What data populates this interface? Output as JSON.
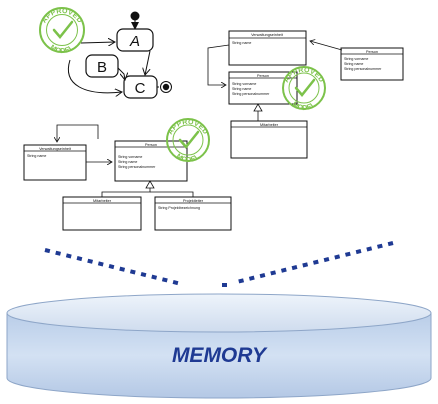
{
  "colors": {
    "stamp_green": "#7cc24a",
    "memory_label": "#1f3a93",
    "cylinder_top": "#dbe7f5",
    "cylinder_body": "#c9daf0",
    "dots": "#1f3a93"
  },
  "stamp": {
    "top_word": "APPROVED",
    "bottom_word": "MODEL"
  },
  "state_diagram": {
    "state_a": "A",
    "state_b": "B",
    "state_c": "C"
  },
  "class_diagram_right": {
    "box_top_title": "Verwaltungseinheit",
    "box_top_attr": "String name",
    "box_side_title": "Person",
    "box_side_attrs": [
      "String vorname",
      "String name",
      "String personalnummer"
    ],
    "box_mid_title": "Person",
    "box_mid_attrs": [
      "String vorname",
      "String name",
      "String personalnummer"
    ],
    "box_bottom_title": "Mitarbeiter"
  },
  "class_diagram_left": {
    "box_left_title": "Verwaltungseinheit",
    "box_left_attr": "String name",
    "box_person_title": "Person",
    "box_person_attrs": [
      "String vorname",
      "String name",
      "String personalnummer"
    ],
    "box_mitarbeiter_title": "Mitarbeiter",
    "box_projekt_title": "Projektleiter",
    "box_projekt_attr": "String Projektbezeichnung"
  },
  "memory": {
    "label": "MEMORY"
  }
}
